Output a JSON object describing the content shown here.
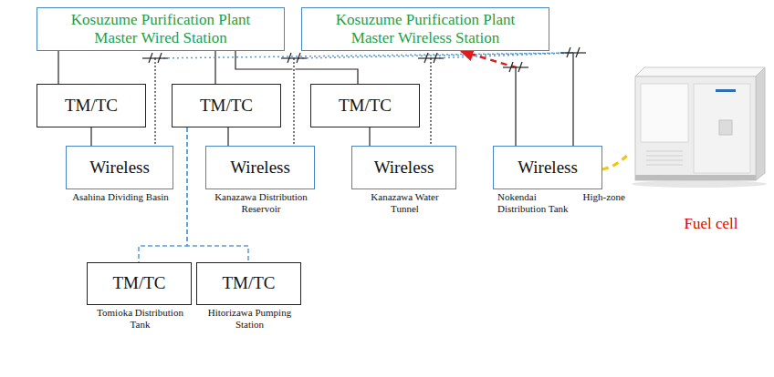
{
  "diagram": {
    "nodes": [
      {
        "text": [
          "Kosuzume Purification Plant Master Wired Station"
        ]
      },
      {
        "text": [
          "Kosuzume Purification Plant Master Wireless Station"
        ]
      },
      {
        "text": [
          "TM/TC"
        ]
      },
      {
        "text": [
          "TM/TC"
        ]
      },
      {
        "text": [
          "TM/TC"
        ]
      },
      {
        "text": [
          "Wireless",
          "Asahina Dividing Basin"
        ]
      },
      {
        "text": [
          "Wireless",
          "Kanazawa Distribution Reservoir"
        ]
      },
      {
        "text": [
          "Wireless",
          "Kanazawa Water Tunnel"
        ]
      },
      {
        "text": [
          "Wireless",
          "Nokendai High-zone Distribution Tank"
        ]
      },
      {
        "text": [
          "TM/TC",
          "Tomioka Distribution Tank"
        ]
      },
      {
        "text": [
          "TM/TC",
          "Hitorizawa Pumping Station"
        ]
      },
      {
        "text": [
          "Fuel cell"
        ]
      }
    ],
    "edges": [
      {
        "from": 0,
        "to": 2,
        "arrow": "none"
      },
      {
        "from": 0,
        "to": 3,
        "arrow": "none"
      },
      {
        "from": 0,
        "to": 4,
        "arrow": "none"
      },
      {
        "from": 2,
        "to": 5,
        "arrow": "none"
      },
      {
        "from": 3,
        "to": 6,
        "arrow": "none"
      },
      {
        "from": 4,
        "to": 7,
        "arrow": "none"
      },
      {
        "from": 3,
        "to": 9,
        "arrow": "none"
      },
      {
        "from": 3,
        "to": 10,
        "arrow": "none"
      },
      {
        "from": 5,
        "to": 8,
        "arrow": "none"
      },
      {
        "from": 6,
        "to": 8,
        "arrow": "none"
      },
      {
        "from": 7,
        "to": 8,
        "arrow": "none"
      },
      {
        "from": 8,
        "to": 1,
        "arrow": "to"
      },
      {
        "from": 8,
        "to": 11,
        "arrow": "none"
      }
    ]
  }
}
